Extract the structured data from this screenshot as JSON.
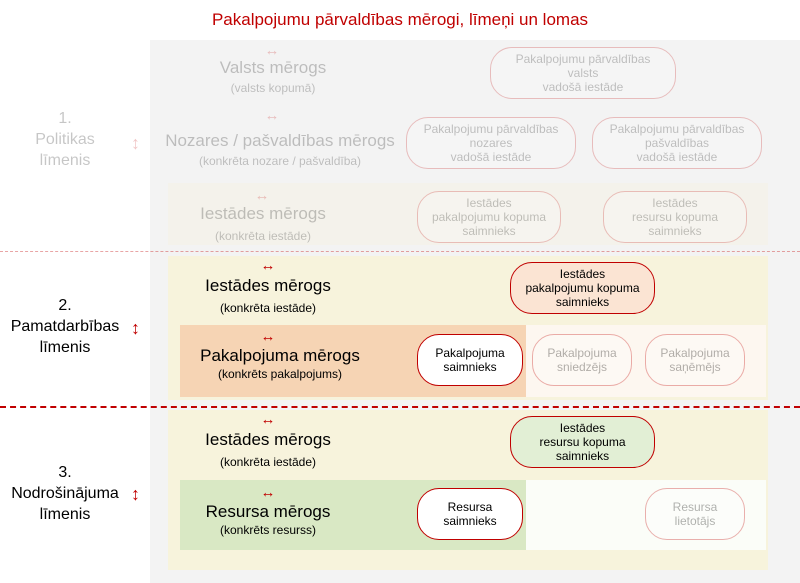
{
  "title": "Pakalpojumu pārvaldības mērogi, līmeņi un lomas",
  "arrow_h": "↔",
  "arrow_v": "↕",
  "colors": {
    "accent": "#c00000",
    "band_yellow": "#f7f3dc",
    "band_orange": "#f6d4b4",
    "band_green": "#d9e8c4",
    "pill_orange": "#fbe4d3",
    "pill_green": "#e2efd5"
  },
  "levels": [
    {
      "label": "1.\nPolitikas\nlīmenis"
    },
    {
      "label": "2.\nPamatdarbības\nlīmenis"
    },
    {
      "label": "3.\nNodrošinājuma\nlīmenis"
    }
  ],
  "scales": {
    "valsts": {
      "name": "Valsts mērogs",
      "sub": "(valsts kopumā)"
    },
    "nozares": {
      "name": "Nozares / pašvaldības mērogs",
      "sub": "(konkrēta nozare / pašvaldība)"
    },
    "iestades1": {
      "name": "Iestādes mērogs",
      "sub": "(konkrēta iestāde)"
    },
    "iestades2": {
      "name": "Iestādes mērogs",
      "sub": "(konkrēta iestāde)"
    },
    "pakalpojuma": {
      "name": "Pakalpojuma mērogs",
      "sub": "(konkrēts pakalpojums)"
    },
    "iestades3": {
      "name": "Iestādes mērogs",
      "sub": "(konkrēta iestāde)"
    },
    "resursa": {
      "name": "Resursa mērogs",
      "sub": "(konkrēts resurss)"
    }
  },
  "roles": {
    "valsts_vadosa": "Pakalpojumu pārvaldības\nvalsts\nvadošā iestāde",
    "nozares_vadosa": "Pakalpojumu pārvaldības\nnozares\nvadošā iestāde",
    "pasvaldibas_vadosa": "Pakalpojumu pārvaldības\npašvaldības\nvadošā iestāde",
    "iestades_pak_faded": "Iestādes\npakalpojumu kopuma\nsaimnieks",
    "iestades_res_faded": "Iestādes\nresursu kopuma\nsaimnieks",
    "iestades_pak": "Iestādes\npakalpojumu kopuma\nsaimnieks",
    "pak_saimnieks": "Pakalpojuma\nsaimnieks",
    "pak_sniedzejs": "Pakalpojuma\nsniedzējs",
    "pak_sanemejs": "Pakalpojuma\nsaņēmējs",
    "iestades_res": "Iestādes\nresursu kopuma\nsaimnieks",
    "res_saimnieks": "Resursa\nsaimnieks",
    "res_lietotajs": "Resursa\nlietotājs"
  }
}
